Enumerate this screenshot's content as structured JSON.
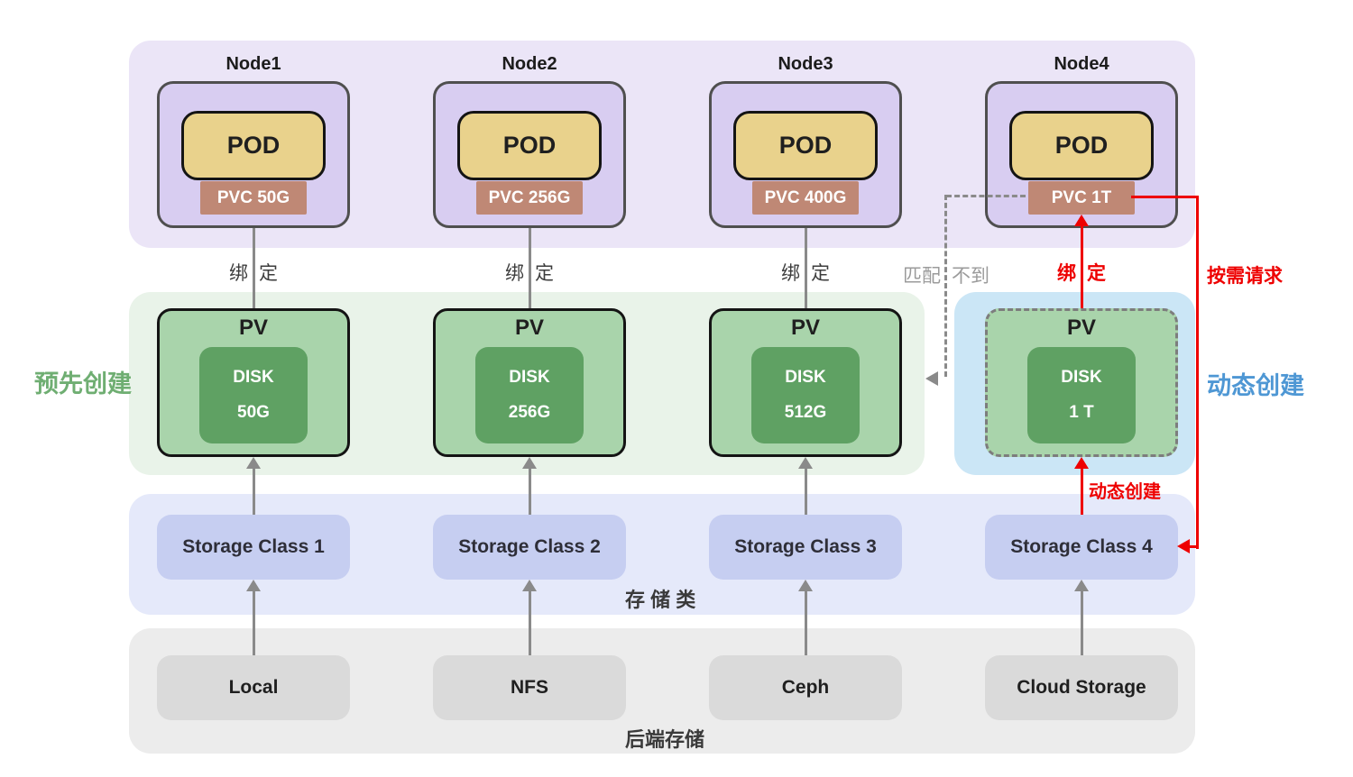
{
  "columns": [
    {
      "node": "Node1",
      "pod": "POD",
      "pvc": "PVC 50G",
      "pv": "PV",
      "disk": "DISK",
      "disk_size": "50G",
      "storage_class": "Storage Class 1",
      "backend": "Local"
    },
    {
      "node": "Node2",
      "pod": "POD",
      "pvc": "PVC 256G",
      "pv": "PV",
      "disk": "DISK",
      "disk_size": "256G",
      "storage_class": "Storage Class 2",
      "backend": "NFS"
    },
    {
      "node": "Node3",
      "pod": "POD",
      "pvc": "PVC 400G",
      "pv": "PV",
      "disk": "DISK",
      "disk_size": "512G",
      "storage_class": "Storage Class 3",
      "backend": "Ceph"
    },
    {
      "node": "Node4",
      "pod": "POD",
      "pvc": "PVC 1T",
      "pv": "PV",
      "disk": "DISK",
      "disk_size": "1 T",
      "storage_class": "Storage Class 4",
      "backend": "Cloud Storage"
    }
  ],
  "labels": {
    "bind_left": "绑",
    "bind_right": "定",
    "no_match_left": "匹配",
    "no_match_right": "不到",
    "pre_created": "预先创建",
    "dynamic_created_side": "动态创建",
    "dynamic_created_arrow": "动态创建",
    "on_demand_request": "按需请求",
    "storage_class_band": "存 储 类",
    "backend_band": "后端存储"
  },
  "colors": {
    "node_band": "#ebe5f7",
    "node_fill": "#d8cdf1",
    "pod_fill": "#e9d28c",
    "pvc_fill": "#bf8875",
    "pv_band": "#e9f3e9",
    "pv_fill": "#a9d4ab",
    "disk_fill": "#5fa163",
    "dynamic_band": "#cbe6f6",
    "storage_class_band": "#e5e9fa",
    "storage_class_fill": "#c6cef1",
    "backend_band": "#ececec",
    "backend_fill": "#dadada",
    "arrow_gray": "#8a8a8a",
    "arrow_red": "#ee0000",
    "pre_created_text": "#6fae72",
    "dynamic_created_text": "#4e97d4",
    "no_match_text": "#9b9b9b"
  }
}
